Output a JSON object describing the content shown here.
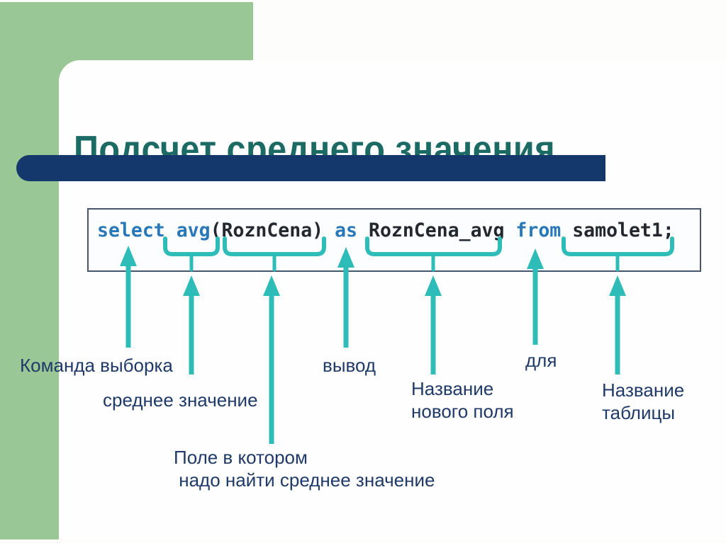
{
  "slide": {
    "title": "Подсчет среднего значения"
  },
  "code": {
    "text": "select avg(RoznCena) as RoznCena_avg from samolet1;",
    "tokens": [
      {
        "text": "select",
        "type": "keyword"
      },
      {
        "text": " ",
        "type": "plain"
      },
      {
        "text": "avg",
        "type": "keyword"
      },
      {
        "text": "(RoznCena)",
        "type": "identifier"
      },
      {
        "text": " ",
        "type": "plain"
      },
      {
        "text": "as",
        "type": "keyword"
      },
      {
        "text": " ",
        "type": "plain"
      },
      {
        "text": "RoznCena_avg",
        "type": "identifier"
      },
      {
        "text": " ",
        "type": "plain"
      },
      {
        "text": "from",
        "type": "keyword"
      },
      {
        "text": " ",
        "type": "plain"
      },
      {
        "text": "samolet1;",
        "type": "identifier"
      }
    ]
  },
  "annotations": [
    {
      "points_to": "select",
      "text": "Команда выборка"
    },
    {
      "points_to": "avg",
      "text": "среднее значение"
    },
    {
      "points_to": "RoznCena",
      "text": "Поле в котором\n надо найти среднее значение"
    },
    {
      "points_to": "as",
      "text": "вывод"
    },
    {
      "points_to": "RoznCena_avg",
      "text": "Название\nнового поля"
    },
    {
      "points_to": "from",
      "text": "для"
    },
    {
      "points_to": "samolet1",
      "text": "Название\nтаблицы"
    }
  ],
  "colors": {
    "slide-bg": "#fdfdfb",
    "paper": "#fefefe",
    "green": "#99c795",
    "navy": "#14386b",
    "title": "#1c6a64",
    "label": "#1f3a68",
    "box-border": "#46566b",
    "codebox-bg": "#fcfdfe",
    "keyword": "#2877b8",
    "code-text": "#23272e",
    "teal": "#2ebcb8"
  }
}
